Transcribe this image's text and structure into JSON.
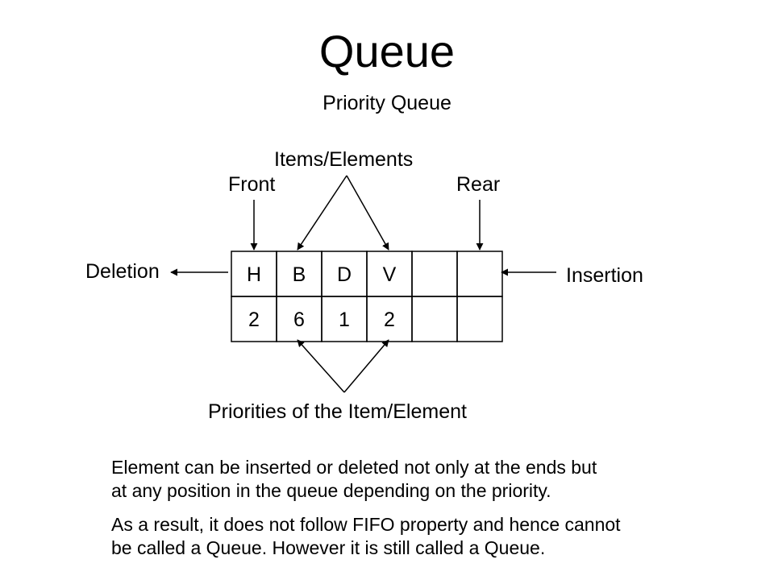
{
  "title": "Queue",
  "subtitle": "Priority Queue",
  "labels": {
    "items": "Items/Elements",
    "front": "Front",
    "rear": "Rear",
    "deletion": "Deletion",
    "insertion": "Insertion",
    "priorities": "Priorities of the Item/Element"
  },
  "queue": {
    "items": [
      "H",
      "B",
      "D",
      "V",
      "",
      ""
    ],
    "priorities": [
      "2",
      "6",
      "1",
      "2",
      "",
      ""
    ]
  },
  "body": {
    "paragraph1": "Element can be inserted or deleted not only at the ends but\nat any position in the queue depending on the priority.",
    "paragraph2": "As a result, it does not follow FIFO property and hence cannot\nbe called a Queue. However it is still called a Queue."
  }
}
